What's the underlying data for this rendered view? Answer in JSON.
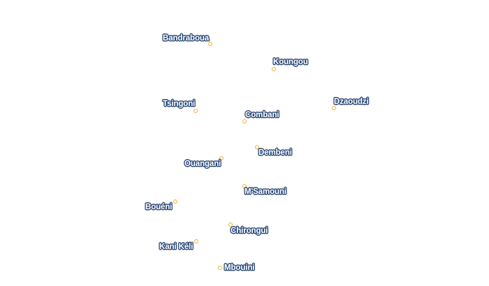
{
  "map": {
    "places": [
      {
        "id": "bandraboua",
        "name": "Bandraboua"
      },
      {
        "id": "koungou",
        "name": "Koungou"
      },
      {
        "id": "tsingoni",
        "name": "Tsingoni"
      },
      {
        "id": "dzaoudzi",
        "name": "Dzaoudzi"
      },
      {
        "id": "combani",
        "name": "Combani"
      },
      {
        "id": "dembeni",
        "name": "Dembeni"
      },
      {
        "id": "ouangani",
        "name": "Ouangani"
      },
      {
        "id": "msamouni",
        "name": "M'Samouni"
      },
      {
        "id": "boueni",
        "name": "Bouéni"
      },
      {
        "id": "chirongui",
        "name": "Chirongui"
      },
      {
        "id": "kani-keli",
        "name": "Kani Kéli"
      },
      {
        "id": "mbouini",
        "name": "Mbouini"
      }
    ],
    "colors": {
      "label_text": "#ffffff",
      "label_halo": "#2c4a78",
      "marker_stroke": "#f2b233"
    }
  }
}
